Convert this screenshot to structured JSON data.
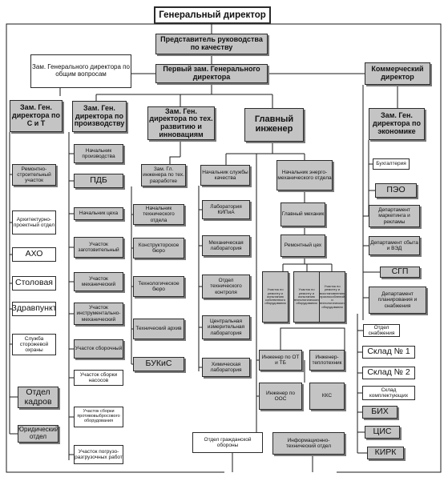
{
  "nodes": {
    "gd": "Генеральный директор",
    "prq": "Представитель руководства по качеству",
    "pzgd": "Первый зам. Генерального директора",
    "zgd_ov": "Зам. Генерального директора по общим вопросам",
    "kd": "Коммерческий директор",
    "zg_ct": "Зам. Ген. директора по С и Т",
    "zg_pr": "Зам. Ген. директора по производству",
    "zg_tr": "Зам. Ген. директора по тех. развитию и инновациям",
    "gi": "Главный инженер",
    "zg_ek": "Зам. Ген. директора по экономике",
    "rsu": "Ремонтно-строительный участок",
    "apo": "Архитектурно-проектный отдел",
    "aho": "АХО",
    "stol": "Столовая",
    "zdrav": "Здравпункт",
    "sso": "Служба сторожевой охраны",
    "ok": "Отдел кадров",
    "yur": "Юридический отдел",
    "np": "Начальник производства",
    "pdb": "ПДБ",
    "nc": "Начальник цеха",
    "uz": "Участок заготовительный",
    "um": "Участок механический",
    "uim": "Участок инструментально-механический",
    "us": "Участок сборочный",
    "usn": "Участок сборки насосов",
    "uso": "Участок сборки противовыбросового оборудования",
    "upr": "Участок погрузо-разгрузочных работ",
    "zgi": "Зам. Гл. инженера по тех. разработке",
    "nto": "Начальник технического отдела",
    "kb": "Конструкторское бюро",
    "tb": "Технологическое бюро",
    "ta": "Технический архив",
    "bukis": "БУКиС",
    "nsk": "Начальник службы качества",
    "lkip": "Лаборатория КИПиА",
    "ml": "Механическая лаборатория",
    "otk": "Отдел технического контроля",
    "cil": "Центральная измерительная лаборатория",
    "hl": "Химическая лаборатория",
    "nem": "Начальник энерго-механического отдела",
    "gm": "Главный механик",
    "rc": "Ремонтный цех",
    "rc1": "Участок по ремонту и испытанию собственного оборудования",
    "rc2": "Участок по ремонту и испытанию технологического оборудования",
    "rc3": "Участок по ремонту и восстановлению приспособлений и технологического оборудования",
    "iot": "Инженер по ОТ и ТБ",
    "iteh": "Инженер-теплотехник",
    "ioos": "Инженер по ООС",
    "kks": "ККС",
    "buh": "Бухгалтерия",
    "peo": "ПЭО",
    "dmr": "Департамент маркетинга и рекламы",
    "dsv": "Департамент сбыта и ВЭД",
    "sgp": "СГП",
    "dps": "Департамент планирования и снабжения",
    "os": "Отдел снабжения",
    "sk1": "Склад № 1",
    "sk2": "Склад № 2",
    "skk": "Склад комплектующих",
    "bih": "БИХ",
    "cis": "ЦИС",
    "kirk": "КИРК",
    "ogo": "Отдел гражданской обороны",
    "ito": "Информационно-технический отдел"
  }
}
